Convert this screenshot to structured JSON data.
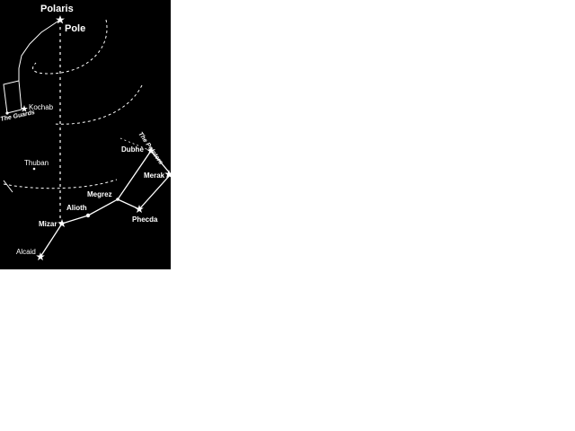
{
  "colors": {
    "sky": "#000000",
    "ink": "#ffffff",
    "page": "#ffffff"
  },
  "labels": {
    "polaris": "Polaris",
    "pole": "Pole",
    "kochab": "Kochab",
    "the_guards": "The Guards",
    "thuban": "Thuban",
    "dubhe": "Dubhe",
    "the_pointers": "The Pointers",
    "merak": "Merak",
    "megrez": "Megrez",
    "alioth": "Alioth",
    "phecda": "Phecda",
    "mizar": "Mizar",
    "alcaid": "Alcaid"
  }
}
